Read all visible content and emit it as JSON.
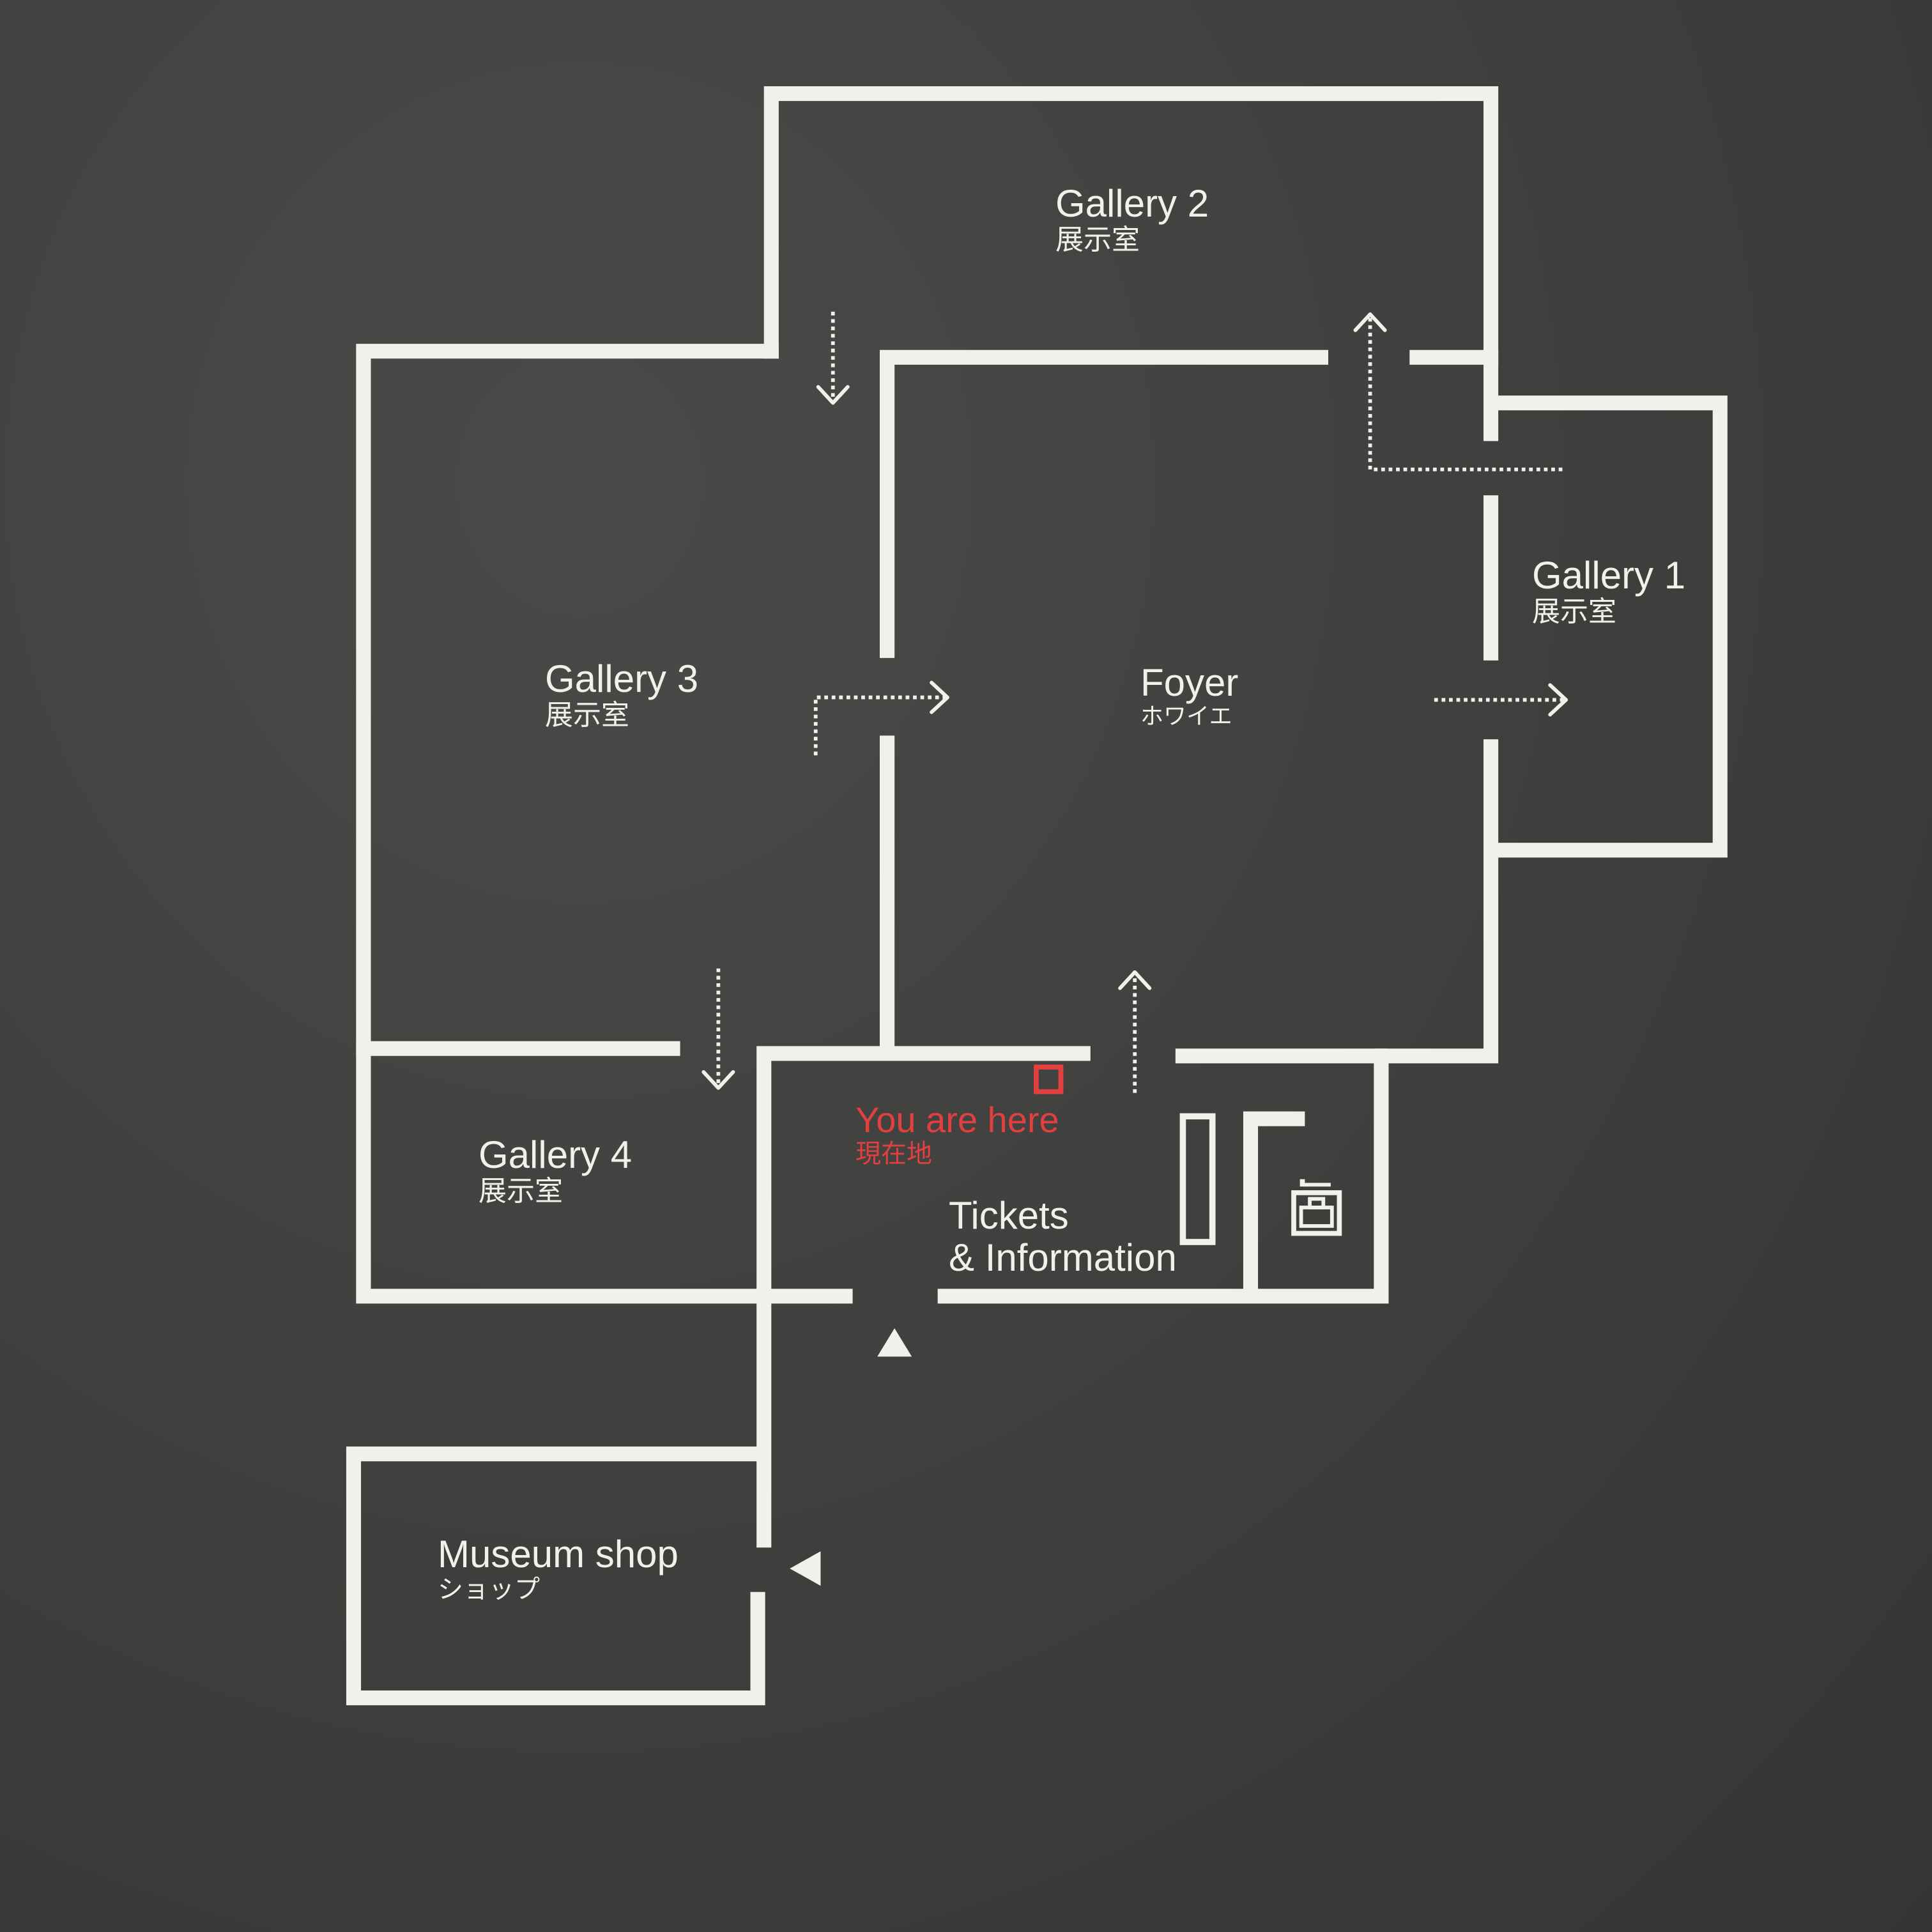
{
  "rooms": {
    "gallery2": {
      "en": "Gallery 2",
      "jp": "展示室"
    },
    "gallery1": {
      "en": "Gallery 1",
      "jp": "展示室"
    },
    "gallery3": {
      "en": "Gallery 3",
      "jp": "展示室"
    },
    "gallery4": {
      "en": "Gallery 4",
      "jp": "展示室"
    },
    "foyer": {
      "en": "Foyer",
      "jp": "ホワイエ"
    },
    "tickets": {
      "line1": "Tickets",
      "line2": "& Information"
    },
    "shop": {
      "en": "Museum shop",
      "jp": "ショップ"
    }
  },
  "you_are_here": {
    "en": "You are here",
    "jp": "現在地"
  },
  "icons": [
    "locker-icon",
    "you-are-here-marker",
    "entrance-triangle"
  ],
  "colors": {
    "background": "#3d3d3b",
    "lines": "#f1f0ea",
    "highlight": "#e2403f"
  }
}
